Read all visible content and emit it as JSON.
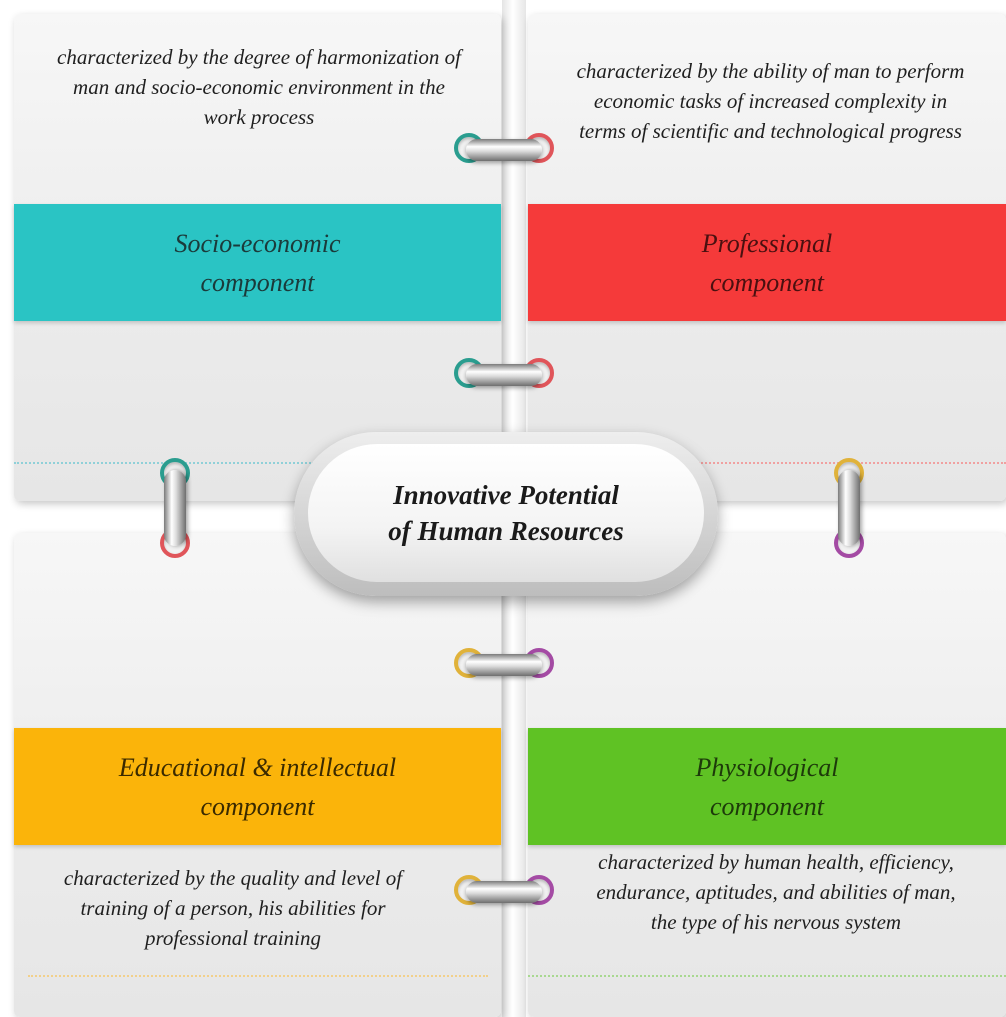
{
  "center": {
    "title_line1": "Innovative Potential",
    "title_line2": "of Human Resources"
  },
  "components": {
    "socio_economic": {
      "label_line1": "Socio-economic",
      "label_line2": "component",
      "description": "characterized by the degree of harmonization of man and socio-economic environment in the work process",
      "color": "#2ac4c4"
    },
    "professional": {
      "label_line1": "Professional",
      "label_line2": "component",
      "description": "characterized by the ability of man to perform economic tasks of increased complexity in terms of scientific and technological progress",
      "color": "#f53a3a"
    },
    "educational": {
      "label_line1": "Educational & intellectual",
      "label_line2": "component",
      "description": "characterized by the quality and level of training of a person, his abilities for professional training",
      "color": "#fbb40a"
    },
    "physiological": {
      "label_line1": "Physiological",
      "label_line2": "component",
      "description": "characterized by human health, efficiency, endurance, aptitudes, and abilities of man, the type of his nervous system",
      "color": "#5fc224"
    }
  },
  "colors": {
    "ring_teal": "#2a9d8f",
    "ring_red": "#e0555a",
    "ring_gold": "#e0b23a",
    "ring_purple": "#a44ba4"
  }
}
